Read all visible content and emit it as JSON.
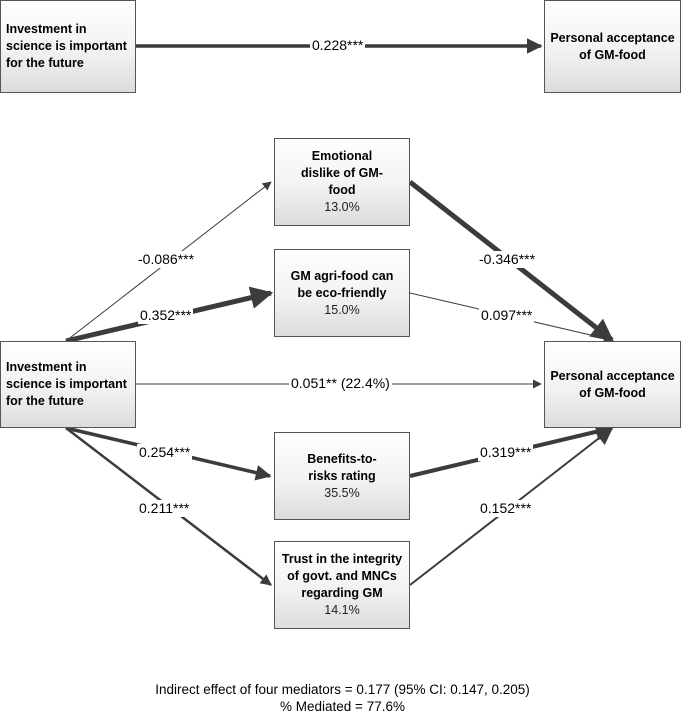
{
  "top": {
    "left_box": "Investment in science is important for the future",
    "right_box": "Personal acceptance of GM-food",
    "path_label": "0.228***"
  },
  "mediators": [
    {
      "name": "Emotional dislike of GM-food",
      "percent": "13.0%"
    },
    {
      "name": "GM agri-food can be eco-friendly",
      "percent": "15.0%"
    },
    {
      "name": "Benefits-to-risks rating",
      "percent": "35.5%"
    },
    {
      "name": "Trust in the integrity of govt. and MNCs regarding GM",
      "percent": "14.1%"
    }
  ],
  "bottom": {
    "left_box": "Investment in science is important for the future",
    "right_box": "Personal acceptance of GM-food",
    "direct_label": "0.051** (22.4%)"
  },
  "path_labels": {
    "a1": "-0.086***",
    "a2": "0.352***",
    "a3": "0.254***",
    "a4": "0.211***",
    "b1": "-0.346***",
    "b2": "0.097***",
    "b3": "0.319***",
    "b4": "0.152***"
  },
  "footer": {
    "indirect": "Indirect effect of four mediators = 0.177 (95% CI: 0.147, 0.205)",
    "mediated": "% Mediated = 77.6%"
  },
  "colors": {
    "arrow": "#3c3c3c",
    "box_border": "#555555"
  }
}
